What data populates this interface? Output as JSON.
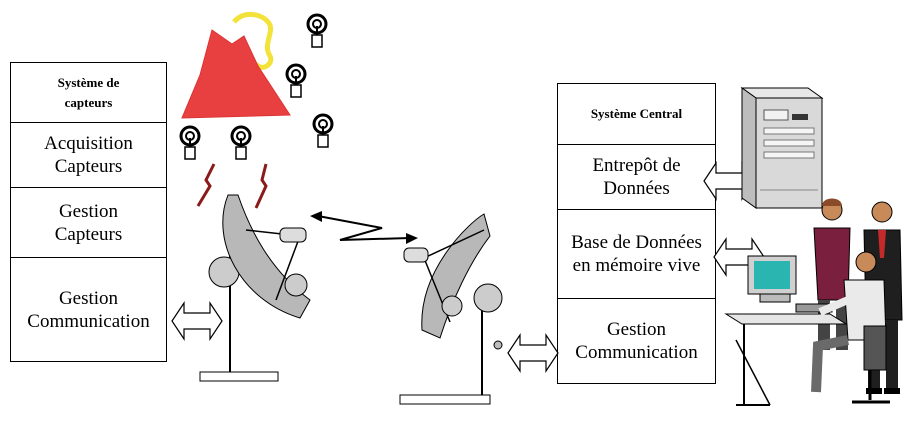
{
  "left_system": {
    "title": "Système de\ncapteurs",
    "modules": [
      "Acquisition\nCapteurs",
      "Gestion\nCapteurs",
      "Gestion\nCommunication"
    ]
  },
  "right_system": {
    "title": "Système Central",
    "modules": [
      "Entrepôt de\nDonnées",
      "Base de Données\nen mémoire vive",
      "Gestion\nCommunication"
    ]
  },
  "icons": {
    "volcano": "volcano-icon",
    "sensor": "sensor-icon",
    "antenna": "satellite-dish-icon",
    "server": "server-tower-icon",
    "operators": "operators-workstation-icon",
    "link": "wireless-link-icon",
    "arrow": "double-arrow-icon"
  },
  "colors": {
    "volcano": "#e84040",
    "smoke": "#f2e23a",
    "lava": "#8b1a1a",
    "dish": "#b8b8b8",
    "border": "#000000"
  }
}
